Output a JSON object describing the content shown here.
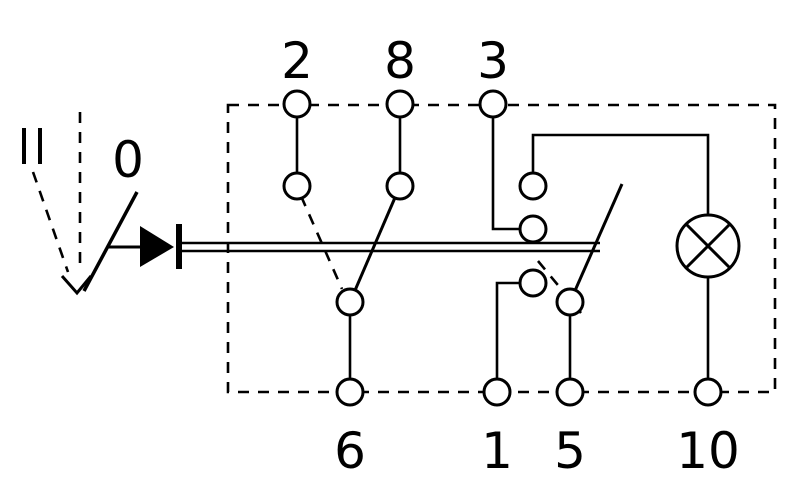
{
  "diagram": {
    "type": "switch-circuit-schematic",
    "background": "#ffffff",
    "line_color": "#000000"
  },
  "terminals": {
    "top": [
      "2",
      "8",
      "3"
    ],
    "bottom": [
      "6",
      "1",
      "5",
      "10"
    ]
  },
  "lever": {
    "position_label": "0",
    "end_position_marker": "II"
  },
  "symbols": {
    "diode": "diode-icon",
    "lamp": "lamp-icon"
  }
}
